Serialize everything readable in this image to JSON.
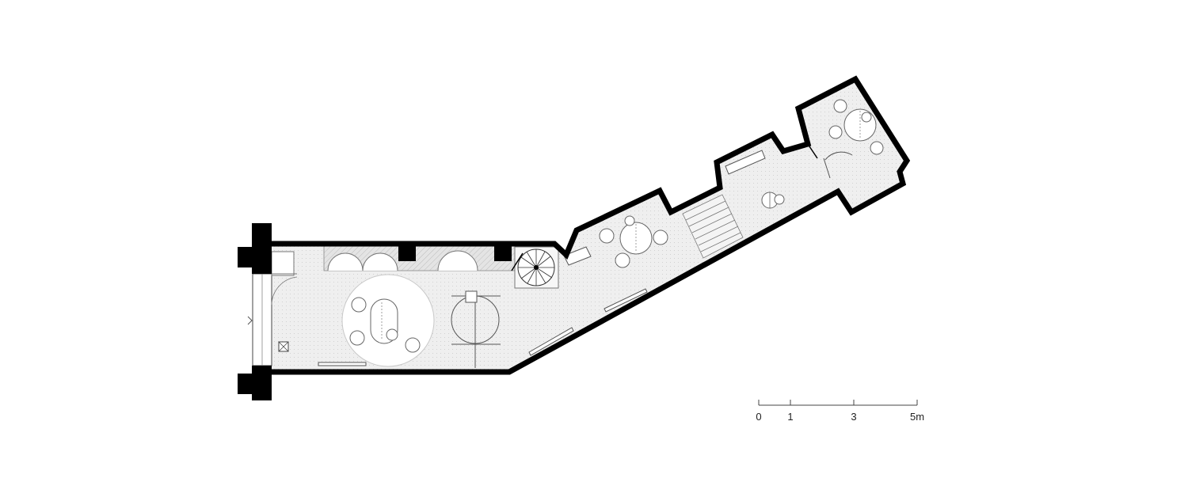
{
  "scale_bar": {
    "ticks": [
      {
        "label": "0",
        "m": 0
      },
      {
        "label": "1",
        "m": 1
      },
      {
        "label": "3",
        "m": 3
      },
      {
        "label": "5m",
        "m": 5
      }
    ]
  },
  "colors": {
    "wall": "#000000",
    "floor": "#ececec",
    "light_floor": "#f6f6f6",
    "furniture_stroke": "#555555",
    "hatch": "#cfcfcf"
  }
}
